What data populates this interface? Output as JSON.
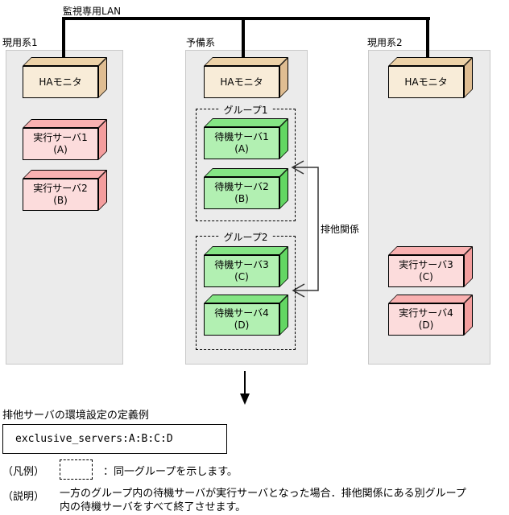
{
  "diagram": {
    "lan_label": "監視専用LAN",
    "relation_label": "排他関係",
    "columns": [
      {
        "label": "現用系1",
        "monitor": "HAモニタ"
      },
      {
        "label": "予備系",
        "monitor": "HAモニタ"
      },
      {
        "label": "現用系2",
        "monitor": "HAモニタ"
      }
    ],
    "groups": [
      {
        "label": "グループ1"
      },
      {
        "label": "グループ2"
      }
    ],
    "servers": [
      {
        "name": "実行サーバ1",
        "id": "(A)",
        "kind": "active"
      },
      {
        "name": "実行サーバ2",
        "id": "(B)",
        "kind": "active"
      },
      {
        "name": "待機サーバ1",
        "id": "(A)",
        "kind": "standby"
      },
      {
        "name": "待機サーバ2",
        "id": "(B)",
        "kind": "standby"
      },
      {
        "name": "待機サーバ3",
        "id": "(C)",
        "kind": "standby"
      },
      {
        "name": "待機サーバ4",
        "id": "(D)",
        "kind": "standby"
      },
      {
        "name": "実行サーバ3",
        "id": "(C)",
        "kind": "active"
      },
      {
        "name": "実行サーバ4",
        "id": "(D)",
        "kind": "active"
      }
    ]
  },
  "definition": {
    "title": "排他サーバの環境設定の定義例",
    "code": "exclusive_servers:A:B:C:D"
  },
  "legend": {
    "label": "（凡例）",
    "desc": "：同一グループを示します。"
  },
  "note": {
    "label": "（説明）",
    "line1": "一方のグループ内の待機サーバが実行サーバとなった場合．排他関係にある別グループ",
    "line2": "内の待機サーバをすべて終了させます。"
  },
  "colors": {
    "panel_bg": "#ebebeb",
    "monitor_front": "#f8ecd8",
    "monitor_top": "#edd2a8",
    "monitor_side": "#dfbd92",
    "active_front": "#fcdcdc",
    "active_top": "#f9b1b1",
    "active_side": "#f49e9e",
    "standby_front": "#b2f0b2",
    "standby_top": "#85e585",
    "standby_side": "#63d663",
    "line": "#000000"
  }
}
